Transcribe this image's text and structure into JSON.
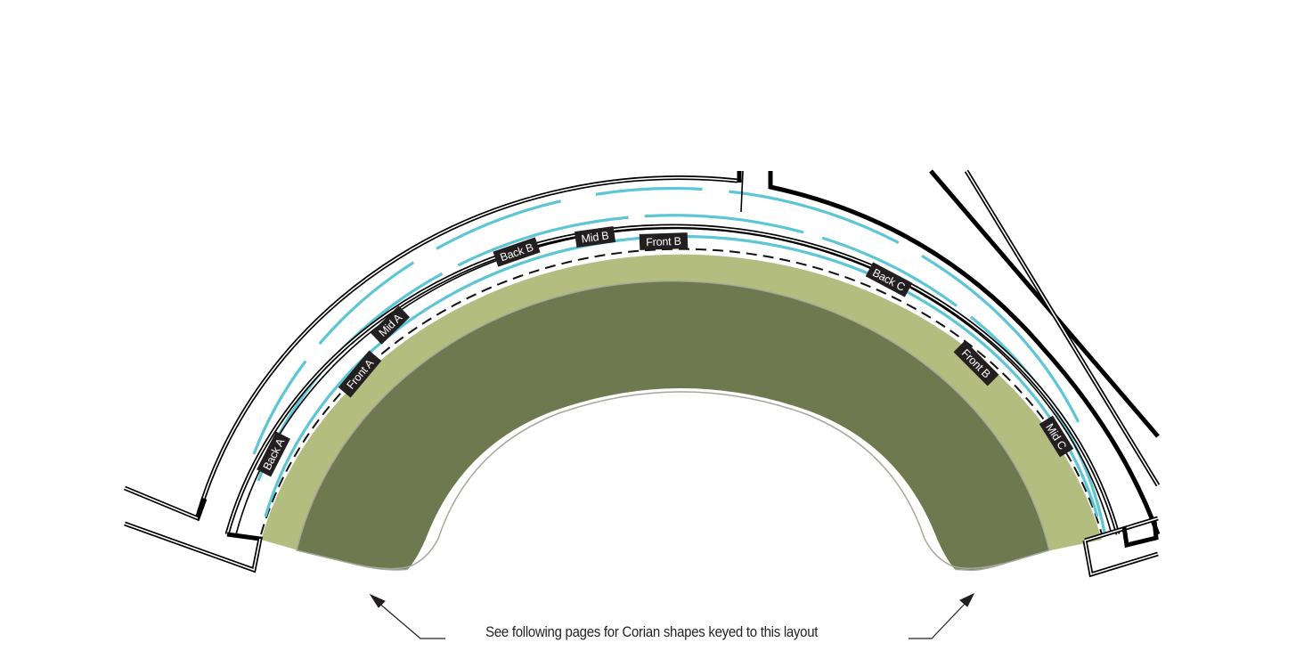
{
  "diagram": {
    "title": "Curved counter layout with Corian shape keys",
    "colors": {
      "outer_band": "#b3bd80",
      "inner_surface": "#6e7950",
      "inner_edge": "#a5a89a",
      "lighting_lines": "#5cc5d6",
      "walls": "#000000",
      "label_bg": "#231f20",
      "label_text": "#ffffff"
    },
    "labels": [
      {
        "id": "back-a",
        "text": "Back A"
      },
      {
        "id": "front-a",
        "text": "Front A"
      },
      {
        "id": "mid-a",
        "text": "Mid A"
      },
      {
        "id": "back-b",
        "text": "Back B"
      },
      {
        "id": "mid-b",
        "text": "Mid B"
      },
      {
        "id": "front-b-top",
        "text": "Front B"
      },
      {
        "id": "back-c",
        "text": "Back C"
      },
      {
        "id": "front-b-right",
        "text": "Front B"
      },
      {
        "id": "mid-c",
        "text": "Mid C"
      }
    ],
    "caption": "See following pages for Corian shapes keyed to this layout",
    "arrows": [
      {
        "id": "left-arrow",
        "direction": "up-left"
      },
      {
        "id": "right-arrow",
        "direction": "up-right"
      }
    ]
  }
}
